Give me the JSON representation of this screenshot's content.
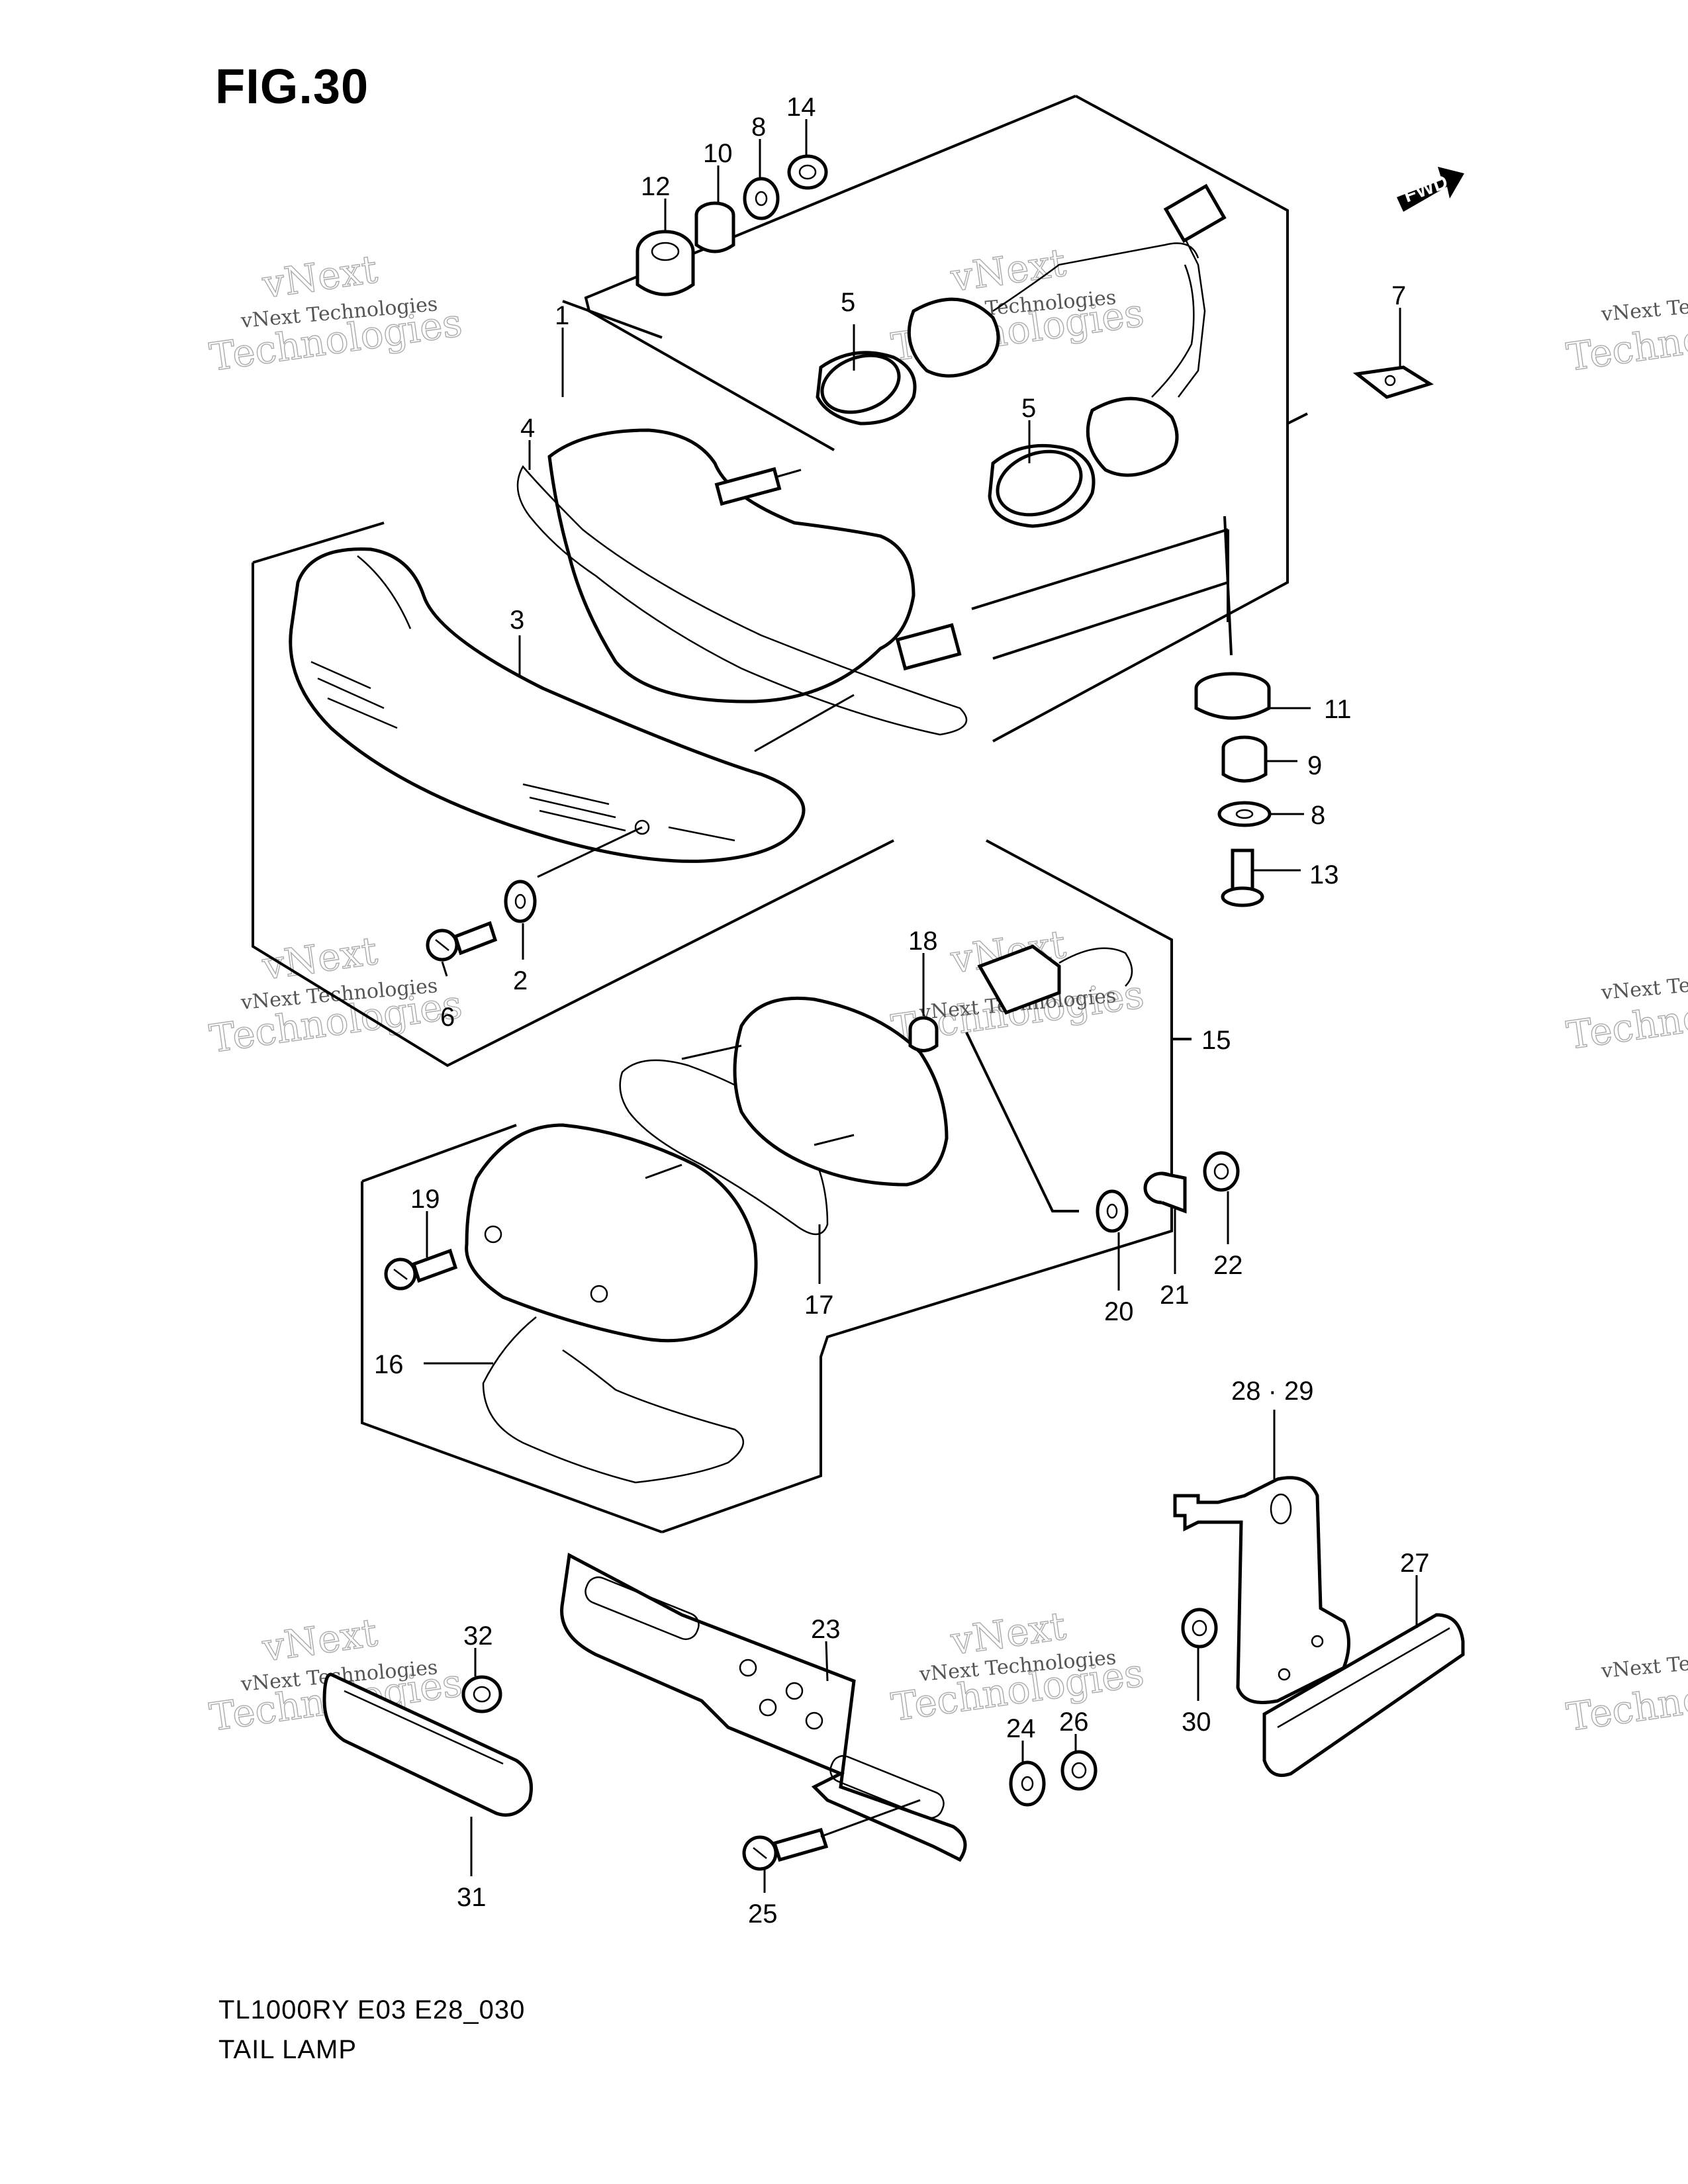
{
  "figure": {
    "title": "FIG.30",
    "model_code": "TL1000RY E03 E28_030",
    "name": "TAIL LAMP"
  },
  "direction_badge": "FWD",
  "watermark": {
    "line1": "vNext Technologies",
    "big_top": "vNext",
    "big_bottom": "Technologies"
  },
  "callouts": [
    {
      "id": "c1",
      "label": "1"
    },
    {
      "id": "c2",
      "label": "2"
    },
    {
      "id": "c3",
      "label": "3"
    },
    {
      "id": "c4",
      "label": "4"
    },
    {
      "id": "c5a",
      "label": "5"
    },
    {
      "id": "c5b",
      "label": "5"
    },
    {
      "id": "c6",
      "label": "6"
    },
    {
      "id": "c7",
      "label": "7"
    },
    {
      "id": "c8a",
      "label": "8"
    },
    {
      "id": "c8b",
      "label": "8"
    },
    {
      "id": "c9",
      "label": "9"
    },
    {
      "id": "c10",
      "label": "10"
    },
    {
      "id": "c11",
      "label": "11"
    },
    {
      "id": "c12",
      "label": "12"
    },
    {
      "id": "c13",
      "label": "13"
    },
    {
      "id": "c14",
      "label": "14"
    },
    {
      "id": "c15",
      "label": "15"
    },
    {
      "id": "c16",
      "label": "16"
    },
    {
      "id": "c17",
      "label": "17"
    },
    {
      "id": "c18",
      "label": "18"
    },
    {
      "id": "c19",
      "label": "19"
    },
    {
      "id": "c20",
      "label": "20"
    },
    {
      "id": "c21",
      "label": "21"
    },
    {
      "id": "c22",
      "label": "22"
    },
    {
      "id": "c23",
      "label": "23"
    },
    {
      "id": "c24",
      "label": "24"
    },
    {
      "id": "c25",
      "label": "25"
    },
    {
      "id": "c26",
      "label": "26"
    },
    {
      "id": "c27",
      "label": "27"
    },
    {
      "id": "c2829",
      "label": "28 · 29"
    },
    {
      "id": "c30",
      "label": "30"
    },
    {
      "id": "c31",
      "label": "31"
    },
    {
      "id": "c32",
      "label": "32"
    }
  ]
}
